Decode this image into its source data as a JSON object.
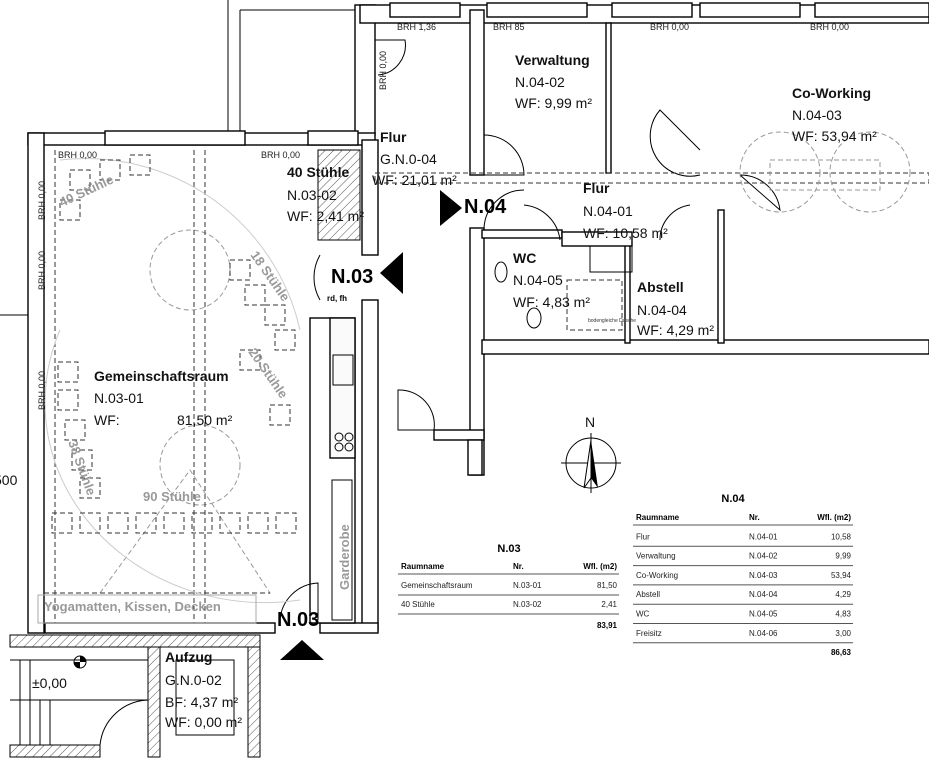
{
  "rooms": {
    "verwaltung": {
      "name": "Verwaltung",
      "nr": "N.04-02",
      "area": "WF: 9,99 m²"
    },
    "coworking": {
      "name": "Co-Working",
      "nr": "N.04-03",
      "area": "WF: 53,94 m²"
    },
    "flur_g": {
      "name": "Flur",
      "nr": "G.N.0-04",
      "area": "WF: 21,01 m²"
    },
    "stuehle40": {
      "name": "40 Stühle",
      "nr": "N.03-02",
      "area": "WF: 2,41 m²"
    },
    "flur_n04": {
      "name": "Flur",
      "nr": "N.04-01",
      "area": "WF: 10,58 m²"
    },
    "wc": {
      "name": "WC",
      "nr": "N.04-05",
      "area": "WF: 4,83 m²"
    },
    "abstell": {
      "name": "Abstell",
      "nr": "N.04-04",
      "area": "WF: 4,29 m²"
    },
    "gemeinschaft": {
      "name": "Gemeinschaftsraum",
      "nr": "N.03-01",
      "area_label": "WF:",
      "area_value": "81,50 m²"
    },
    "aufzug": {
      "name": "Aufzug",
      "nr": "G.N.0-02",
      "bf": "BF:  4,37 m²",
      "wf": "WF: 0,00 m²"
    }
  },
  "unit_markers": {
    "n04": "N.04",
    "n03_side": "N.03",
    "n03_bottom": "N.03",
    "door_note": "rd, fh"
  },
  "annotations": {
    "brh": [
      "BRH 1,36",
      "BRH 85",
      "BRH 0,00",
      "BRH 0,00",
      "BRH 0,00",
      "BRH 0,00",
      "BRH 0,00",
      "BRH 0,00",
      "BRH 0,00",
      "BRH 0,00"
    ],
    "seating": {
      "s40": "40 Stühle",
      "s18": "18 Stühle",
      "s20": "20 Stühle",
      "s38": "38 Stühle",
      "s90": "90 Stühle"
    },
    "garderobe": "Garderobe",
    "storage": "Yogamatten, Kissen, Decken",
    "level": "±0,00",
    "dimension": "500",
    "shower": "bodengleiche Dusche",
    "north": "N"
  },
  "tables": {
    "n04": {
      "title": "N.04",
      "headers": [
        "Raumname",
        "Nr.",
        "Wfl. (m2)"
      ],
      "rows": [
        [
          "Flur",
          "N.04-01",
          "10,58"
        ],
        [
          "Verwaltung",
          "N.04-02",
          "9,99"
        ],
        [
          "Co-Working",
          "N.04-03",
          "53,94"
        ],
        [
          "Abstell",
          "N.04-04",
          "4,29"
        ],
        [
          "WC",
          "N.04-05",
          "4,83"
        ],
        [
          "Freisitz",
          "N.04-06",
          "3,00"
        ]
      ],
      "total": "86,63"
    },
    "n03": {
      "title": "N.03",
      "headers": [
        "Raumname",
        "Nr.",
        "Wfl. (m2)"
      ],
      "rows": [
        [
          "Gemeinschaftsraum",
          "N.03-01",
          "81,50"
        ],
        [
          "40 Stühle",
          "N.03-02",
          "2,41"
        ]
      ],
      "total": "83,91"
    }
  }
}
